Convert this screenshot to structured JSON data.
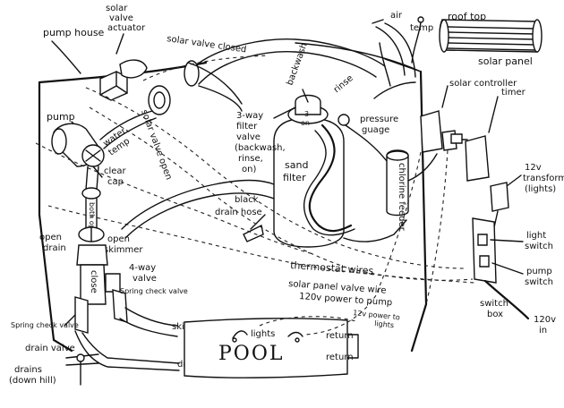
{
  "labels": {
    "pump_house": "pump house",
    "solar_valve_actuator_1": "solar",
    "solar_valve_actuator_2": "valve",
    "solar_valve_actuator_3": "actuator",
    "solar_valve_closed": "solar valve closed",
    "solar_valve_open": "solar valve open",
    "air_temp_1": "air",
    "air_temp_2": "temp",
    "roof_top": "roof top",
    "solar_panel": "solar panel",
    "solar_controller": "solar controller",
    "timer": "timer",
    "backwash": "backwash",
    "rinse": "rinse",
    "filter_valve_1": "3-way",
    "filter_valve_2": "filter",
    "filter_valve_3": "valve",
    "filter_valve_4": "(backwash,",
    "filter_valve_5": "rinse,",
    "filter_valve_6": "on)",
    "pressure_1": "pressure",
    "pressure_2": "guage",
    "pump": "pump",
    "water_temp_1": "water",
    "water_temp_2": "temp",
    "clear_cap_1": "clear",
    "clear_cap_2": "cap",
    "sand_filter_1": "sand",
    "sand_filter_2": "filter",
    "chlorine_feeder": "chlorine feeder",
    "trans_1": "12v",
    "trans_2": "transformer",
    "trans_3": "(lights)",
    "black_drain_hose_1": "black",
    "black_drain_hose_2": "drain hose",
    "both_open": "both open",
    "open_drain_1": "open",
    "open_drain_2": "drain",
    "open_skimmer_1": "open",
    "open_skimmer_2": "skimmer",
    "light_switch_1": "light",
    "light_switch_2": "switch",
    "pump_switch_1": "pump",
    "pump_switch_2": "switch",
    "thermostat_wires": "thermostat wires",
    "four_way_1": "4-way",
    "four_way_2": "valve",
    "close": "close",
    "spring_check_valve_r": "Spring check valve",
    "solar_panel_valve_wire": "solar panel valve wire",
    "power_to_pump": "120v power to pump",
    "spring_check_valve_l": "Spring check valve",
    "switch_box_1": "switch",
    "switch_box_2": "box",
    "power_to_lights_1": "12v power to",
    "power_to_lights_2": "lights",
    "power_in_1": "120v",
    "power_in_2": "in",
    "lights": "lights",
    "skimmer": "skimmer",
    "pool": "POOL",
    "return_1": "return",
    "return_2": "return",
    "drain_valve": "drain valve",
    "drains_1": "drains",
    "drains_2": "(down hill)",
    "drain": "drain",
    "valve_on_1": "3",
    "valve_on_2": "on"
  }
}
